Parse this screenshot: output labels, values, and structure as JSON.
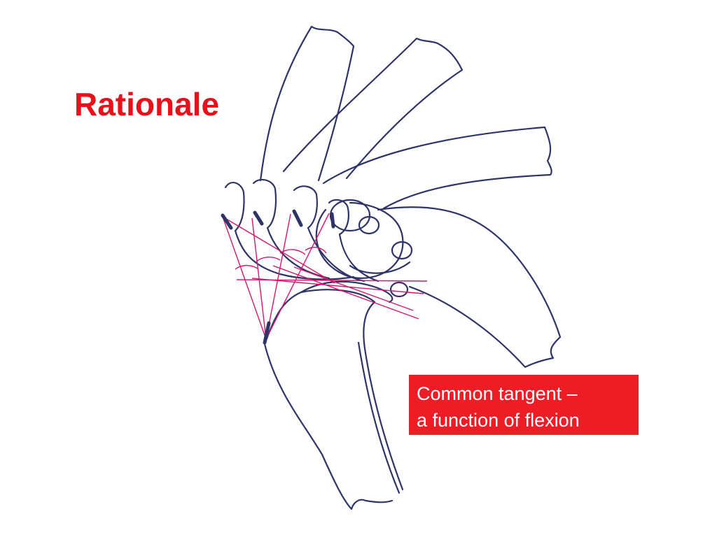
{
  "slide": {
    "title": "Rationale"
  },
  "callout": {
    "line1": "Common tangent –",
    "line2": "a function of flexion"
  },
  "diagram": {
    "subject": "finger joint flexion sketch",
    "parts": [
      "distal bone in four flexion positions",
      "proximal bone",
      "joint surface",
      "tangent lines",
      "angle arcs",
      "ligament attachment marks"
    ]
  },
  "colors": {
    "title": "#e8101a",
    "callout_background": "#ee1c24",
    "callout_text": "#ffffff",
    "bone_outline": "#2e3468",
    "tangent_lines": "#d4186e",
    "attachment_marks": "#2e3468"
  }
}
